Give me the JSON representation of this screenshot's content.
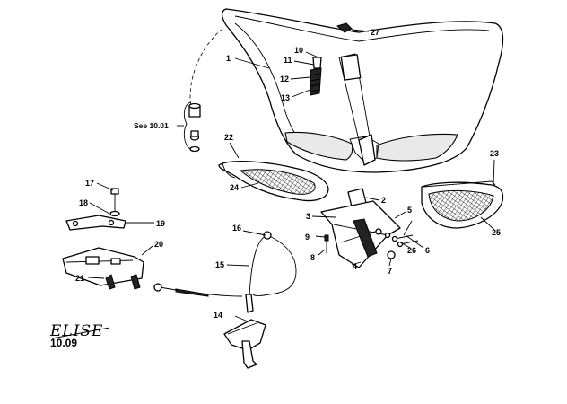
{
  "brand": "ELISE",
  "page_number": "10.09",
  "see_ref": "See 10.01",
  "callouts": {
    "c1": "1",
    "c2": "2",
    "c3": "3",
    "c4": "4",
    "c5": "5",
    "c6": "6",
    "c7": "7",
    "c8": "8",
    "c9": "9",
    "c10": "10",
    "c11": "11",
    "c12": "12",
    "c13": "13",
    "c14": "14",
    "c15": "15",
    "c16": "16",
    "c17": "17",
    "c18": "18",
    "c19": "19",
    "c20": "20",
    "c21": "21",
    "c22": "22",
    "c23": "23",
    "c24": "24",
    "c25": "25",
    "c26": "26",
    "c27": "27"
  }
}
